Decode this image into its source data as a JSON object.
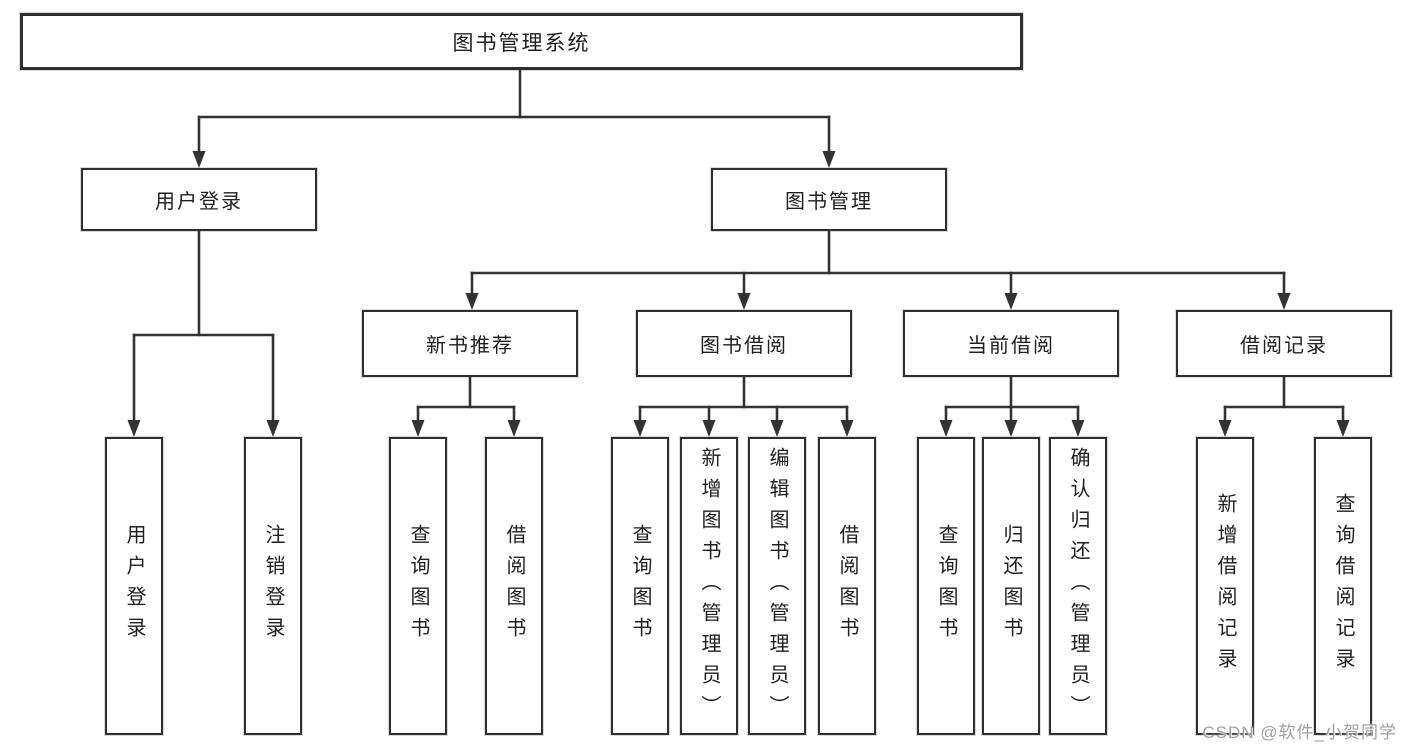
{
  "tree": {
    "root": {
      "label": "图书管理系统"
    },
    "level2": [
      {
        "label": "用户登录"
      },
      {
        "label": "图书管理"
      }
    ],
    "level3": [
      {
        "label": "新书推荐",
        "parent": "图书管理"
      },
      {
        "label": "图书借阅",
        "parent": "图书管理"
      },
      {
        "label": "当前借阅",
        "parent": "图书管理"
      },
      {
        "label": "借阅记录",
        "parent": "图书管理"
      }
    ],
    "leaves": [
      {
        "label": "用户登录",
        "parent": "用户登录"
      },
      {
        "label": "注销登录",
        "parent": "用户登录"
      },
      {
        "label": "查询图书",
        "parent": "新书推荐"
      },
      {
        "label": "借阅图书",
        "parent": "新书推荐"
      },
      {
        "label": "查询图书",
        "parent": "图书借阅"
      },
      {
        "label": "新增图书（管理员）",
        "parent": "图书借阅"
      },
      {
        "label": "编辑图书（管理员）",
        "parent": "图书借阅"
      },
      {
        "label": "借阅图书",
        "parent": "图书借阅"
      },
      {
        "label": "查询图书",
        "parent": "当前借阅"
      },
      {
        "label": "归还图书",
        "parent": "当前借阅"
      },
      {
        "label": "确认归还（管理员）",
        "parent": "当前借阅"
      },
      {
        "label": "新增借阅记录",
        "parent": "借阅记录"
      },
      {
        "label": "查询借阅记录",
        "parent": "借阅记录"
      }
    ]
  },
  "watermark": "CSDN @软件_小贺同学",
  "colors": {
    "line": "#333333",
    "border": "#2f2f2f",
    "text": "#1f1f1f",
    "watermark": "#a0a0a0",
    "background": "#ffffff"
  }
}
